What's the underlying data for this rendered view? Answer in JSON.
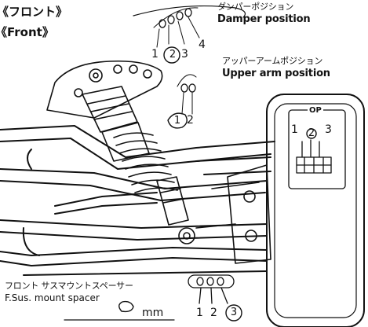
{
  "section": {
    "jp": "《フロント》",
    "en": "《Front》"
  },
  "damper": {
    "jp": "ダンパーポジション",
    "en": "Damper position",
    "positions": [
      "1",
      "2",
      "3",
      "4"
    ],
    "selected": "2"
  },
  "upper_arm": {
    "jp": "アッパーアームポジション",
    "en": "Upper arm position",
    "positions": [
      "1",
      "2"
    ],
    "selected": "1"
  },
  "op_box": {
    "label": "OP",
    "positions": [
      "1",
      "2",
      "3"
    ],
    "selected": "2"
  },
  "spacer": {
    "jp": "フロント サスマウントスペーサー",
    "en": "F.Sus. mount spacer",
    "unit": "mm",
    "positions": [
      "1",
      "2",
      "3"
    ],
    "selected": "3"
  }
}
